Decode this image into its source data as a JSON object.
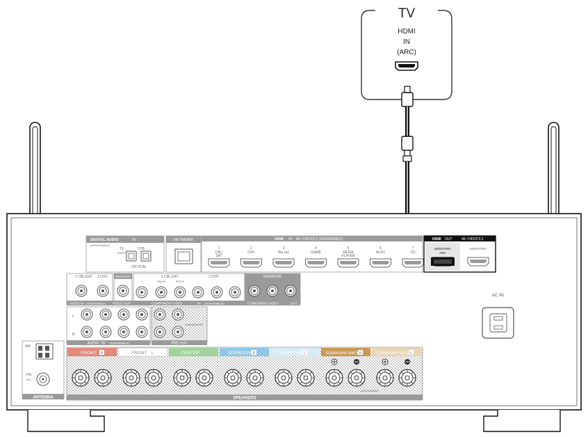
{
  "tv": {
    "title": "TV",
    "port_line1": "HDMI",
    "port_line2": "IN",
    "port_line3": "(ARC)"
  },
  "receiver": {
    "digital_audio": {
      "title": "DIGITAL AUDIO",
      "badge": "IN",
      "sub": "(ASSIGNABLE)",
      "tv_label": "TV",
      "tv_sub": "AUDIO",
      "stb_label": "STB",
      "optical": "OPTICAL"
    },
    "network": "NETWORK",
    "hdmi_in": {
      "title": "HDMI",
      "badge": "IN",
      "sub": "4K / HDCP2.2 (ASSIGNABLE)",
      "ports": [
        {
          "num": "1",
          "name": "CBL/",
          "name2": "SAT"
        },
        {
          "num": "2",
          "name": "DVD",
          "name2": ""
        },
        {
          "num": "3",
          "name": "Blu-ray",
          "name2": ""
        },
        {
          "num": "4",
          "name": "GAME",
          "name2": ""
        },
        {
          "num": "5",
          "name": "MEDIA",
          "name2": "PLAYER"
        },
        {
          "num": "6",
          "name": "AUX2",
          "name2": ""
        },
        {
          "num": "7",
          "name": "CD",
          "name2": ""
        }
      ]
    },
    "hdmi_out": {
      "title": "HDMI",
      "badge": "OUT",
      "sub": "4K / HDCP2.2",
      "monitor1": "MONITOR1",
      "arc": "ARC",
      "monitor2": "MONITOR2"
    },
    "video": {
      "cbl": "1 CBL/SAT",
      "dvd": "2 DVD",
      "monitor": "MONITOR",
      "label": "VIDEO",
      "badge": "IN",
      "assign": "(ASSIGNABLE)",
      "out_label": "VIDEO",
      "out_badge": "OUT"
    },
    "component": {
      "cbl": "1 CBL/SAT",
      "dvd": "2 DVD",
      "monitor": "MONITOR",
      "y": "Y",
      "pb": "PB/CB",
      "pr": "PR/CR",
      "label": "COMPONENT VIDEO",
      "badge": "IN",
      "assign": "(ASSIGNABLE)",
      "out_label": "COMPONENT VIDEO",
      "out_badge": "OUT"
    },
    "audio": {
      "label": "AUDIO",
      "badge": "IN",
      "assign": "(ASSIGNABLE)",
      "l": "L",
      "r": "R"
    },
    "pre_out": {
      "label": "PRE OUT",
      "subwoofer": "SUBWOOFER"
    },
    "ac_in": "AC IN",
    "antenna": {
      "label": "ANTENNA",
      "am": "AM",
      "fm": "FM",
      "fm_sub": "75Ω"
    },
    "speakers": {
      "label": "SPEAKERS",
      "assignable": "ASSIGNABLE",
      "groups": [
        {
          "name": "FRONT",
          "ch": "R",
          "color": "#e08a7a"
        },
        {
          "name": "FRONT",
          "ch": "L",
          "color": "#ffffff"
        },
        {
          "name": "CENTER",
          "ch": "",
          "color": "#9fd39a"
        },
        {
          "name": "SURROUND",
          "ch": "R",
          "color": "#8fc7e6"
        },
        {
          "name": "SURROUND",
          "ch": "L",
          "color": "#d6ecf7"
        },
        {
          "name": "SURROUND BACK",
          "ch": "R",
          "color": "#c99a57"
        },
        {
          "name": "SURROUND BACK",
          "ch": "L",
          "color": "#ead6b6"
        }
      ]
    }
  }
}
